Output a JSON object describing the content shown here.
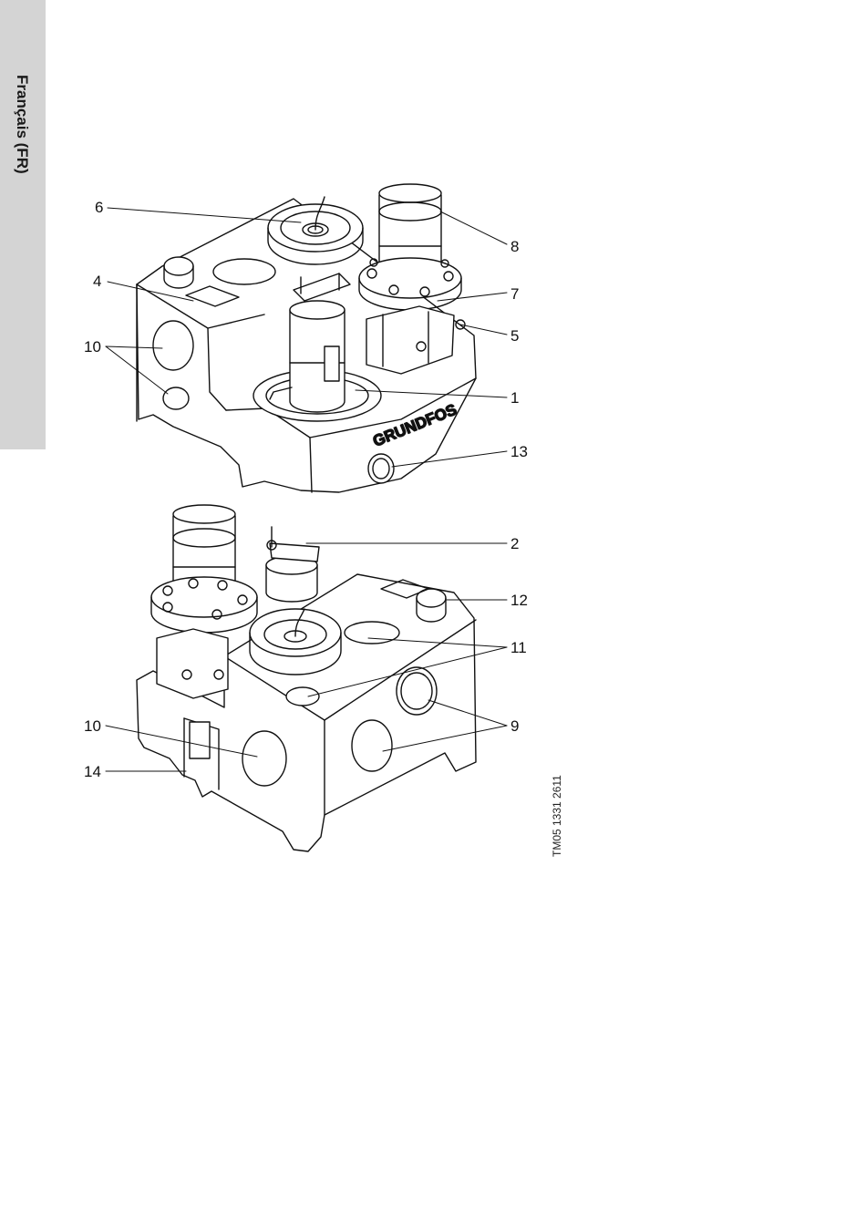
{
  "sidebar": {
    "language_label": "Français (FR)"
  },
  "figure": {
    "code": "TM05 1331 2611",
    "brand": "GRUNDFOS",
    "callouts_top": [
      "6",
      "8",
      "4",
      "7",
      "5",
      "10",
      "1",
      "13"
    ],
    "callouts_bottom": [
      "2",
      "12",
      "11",
      "9",
      "10",
      "14"
    ]
  }
}
